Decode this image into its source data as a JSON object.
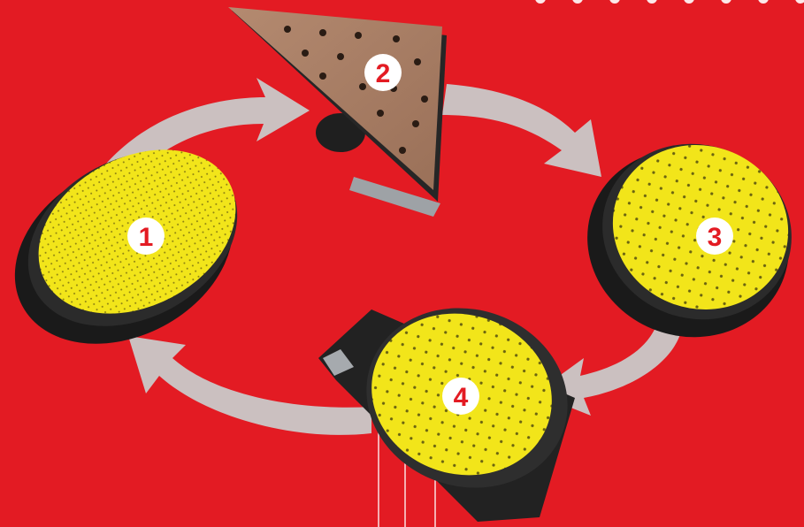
{
  "background_color": "#e31b23",
  "badge_color": "#ffffff",
  "badge_text_color": "#e31b23",
  "arrow_color": "#c9c9c9",
  "pad_color": "#f2e51a",
  "sandpaper_color": "#a67c62",
  "items": [
    {
      "number": "1",
      "kind": "round-sanding-pad"
    },
    {
      "number": "2",
      "kind": "triangular-sanding-pad"
    },
    {
      "number": "3",
      "kind": "round-sanding-pad"
    },
    {
      "number": "4",
      "kind": "round-sanding-pad-with-adapter"
    }
  ]
}
